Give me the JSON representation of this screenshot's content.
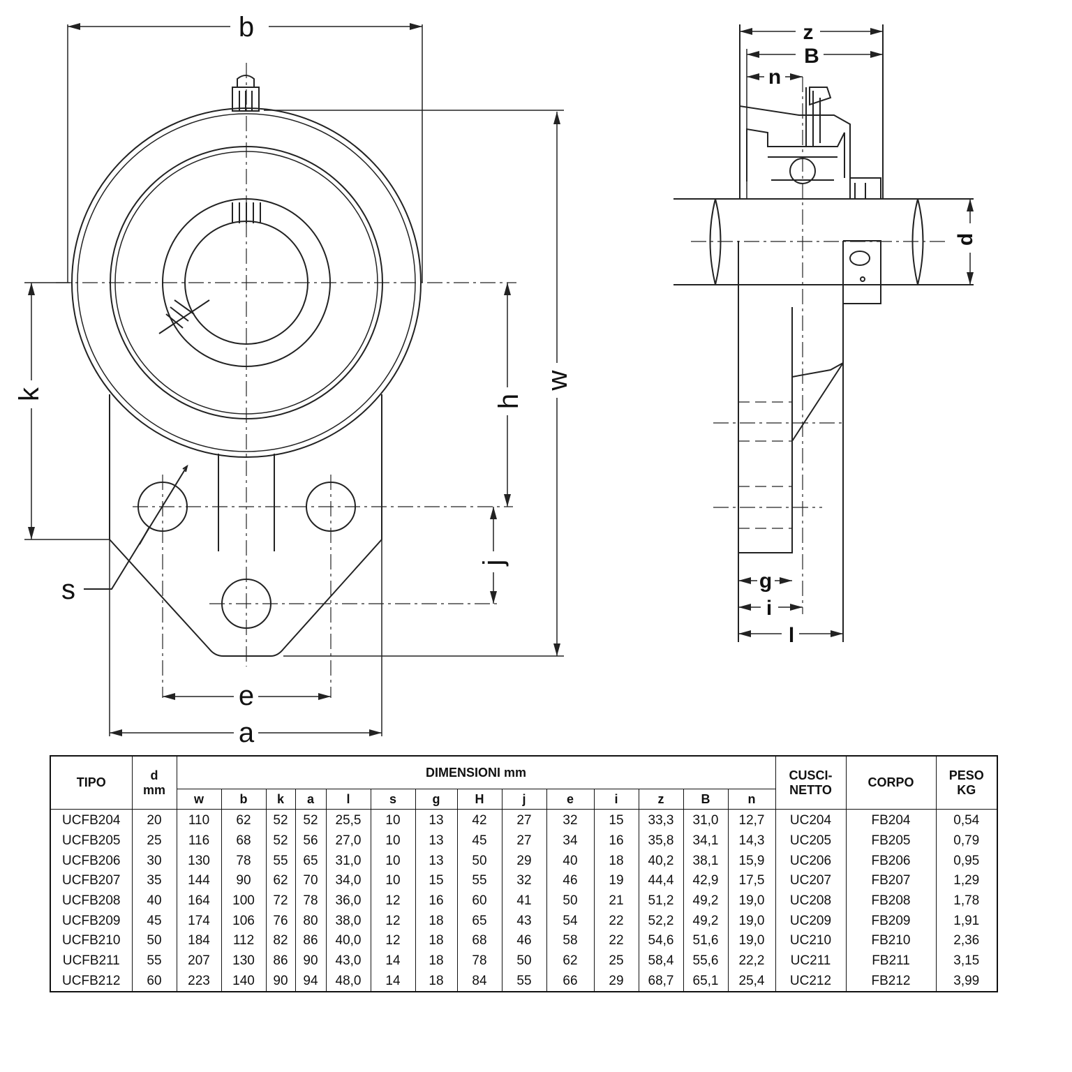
{
  "drawing": {
    "front_labels": {
      "b": "b",
      "w": "w",
      "k": "k",
      "h": "h",
      "j": "j",
      "s": "s",
      "e": "e",
      "a": "a"
    },
    "side_labels": {
      "z": "z",
      "B": "B",
      "n": "n",
      "d": "d",
      "g": "g",
      "i": "i",
      "l": "l"
    }
  },
  "table": {
    "headers": {
      "tipo": "TIPO",
      "d_line1": "d",
      "d_line2": "mm",
      "dimensioni": "DIMENSIONI mm",
      "cuscinetto_line1": "CUSCI-",
      "cuscinetto_line2": "NETTO",
      "corpo": "CORPO",
      "peso_line1": "PESO",
      "peso_line2": "KG"
    },
    "dim_columns": [
      "w",
      "b",
      "k",
      "a",
      "l",
      "s",
      "g",
      "H",
      "j",
      "e",
      "i",
      "z",
      "B",
      "n"
    ],
    "rows": [
      [
        "UCFB204",
        "20",
        "110",
        "62",
        "52",
        "52",
        "25,5",
        "10",
        "13",
        "42",
        "27",
        "32",
        "15",
        "33,3",
        "31,0",
        "12,7",
        "UC204",
        "FB204",
        "0,54"
      ],
      [
        "UCFB205",
        "25",
        "116",
        "68",
        "52",
        "56",
        "27,0",
        "10",
        "13",
        "45",
        "27",
        "34",
        "16",
        "35,8",
        "34,1",
        "14,3",
        "UC205",
        "FB205",
        "0,79"
      ],
      [
        "UCFB206",
        "30",
        "130",
        "78",
        "55",
        "65",
        "31,0",
        "10",
        "13",
        "50",
        "29",
        "40",
        "18",
        "40,2",
        "38,1",
        "15,9",
        "UC206",
        "FB206",
        "0,95"
      ],
      [
        "UCFB207",
        "35",
        "144",
        "90",
        "62",
        "70",
        "34,0",
        "10",
        "15",
        "55",
        "32",
        "46",
        "19",
        "44,4",
        "42,9",
        "17,5",
        "UC207",
        "FB207",
        "1,29"
      ],
      [
        "UCFB208",
        "40",
        "164",
        "100",
        "72",
        "78",
        "36,0",
        "12",
        "16",
        "60",
        "41",
        "50",
        "21",
        "51,2",
        "49,2",
        "19,0",
        "UC208",
        "FB208",
        "1,78"
      ],
      [
        "UCFB209",
        "45",
        "174",
        "106",
        "76",
        "80",
        "38,0",
        "12",
        "18",
        "65",
        "43",
        "54",
        "22",
        "52,2",
        "49,2",
        "19,0",
        "UC209",
        "FB209",
        "1,91"
      ],
      [
        "UCFB210",
        "50",
        "184",
        "112",
        "82",
        "86",
        "40,0",
        "12",
        "18",
        "68",
        "46",
        "58",
        "22",
        "54,6",
        "51,6",
        "19,0",
        "UC210",
        "FB210",
        "2,36"
      ],
      [
        "UCFB211",
        "55",
        "207",
        "130",
        "86",
        "90",
        "43,0",
        "14",
        "18",
        "78",
        "50",
        "62",
        "25",
        "58,4",
        "55,6",
        "22,2",
        "UC211",
        "FB211",
        "3,15"
      ],
      [
        "UCFB212",
        "60",
        "223",
        "140",
        "90",
        "94",
        "48,0",
        "14",
        "18",
        "84",
        "55",
        "66",
        "29",
        "68,7",
        "65,1",
        "25,4",
        "UC212",
        "FB212",
        "3,99"
      ]
    ]
  }
}
